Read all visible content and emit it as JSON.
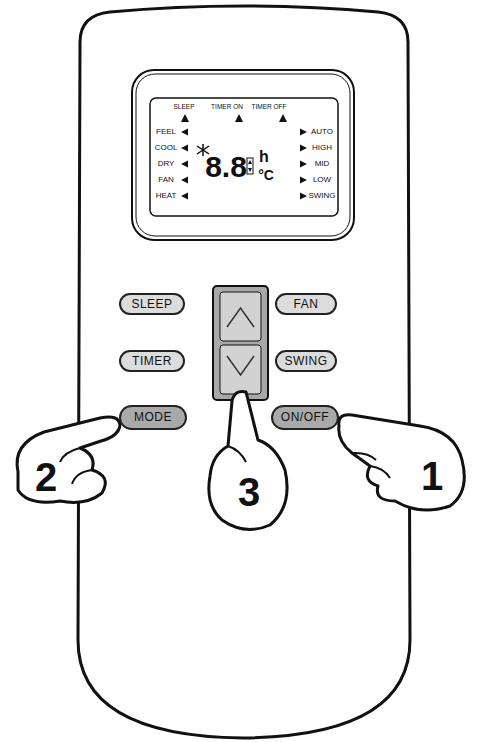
{
  "diagram": {
    "nodes": [
      {
        "text": [
          "SLEEP"
        ]
      },
      {
        "text": [
          "FAN"
        ]
      },
      {
        "text": [
          "TIMER"
        ]
      },
      {
        "text": [
          "SWING"
        ]
      },
      {
        "text": [
          "MODE"
        ]
      },
      {
        "text": [
          "ON/OFF"
        ]
      }
    ],
    "labels": [
      "SLEEP",
      "TIMER ON",
      "TIMER OFF",
      "FEEL",
      "COOL",
      "DRY",
      "FAN",
      "HEAT",
      "AUTO",
      "HIGH",
      "MID",
      "LOW",
      "SWING",
      "8.8",
      "h",
      "°C",
      "2",
      "3",
      "1"
    ]
  }
}
